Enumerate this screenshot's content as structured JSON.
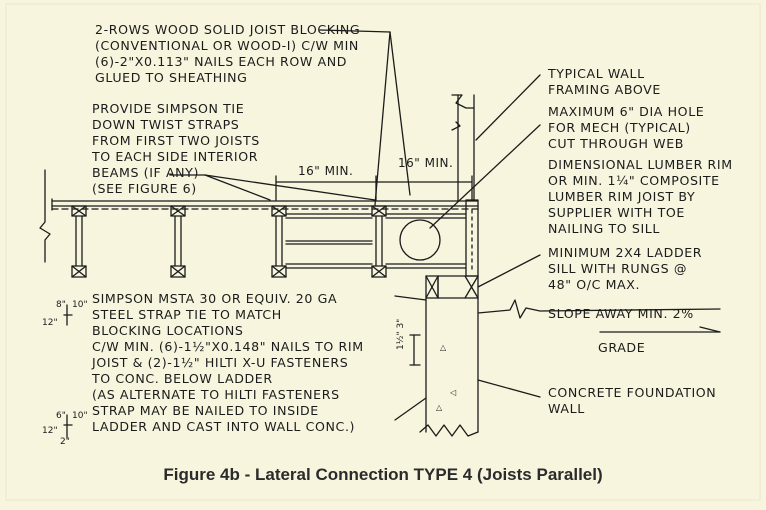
{
  "notes": {
    "blocking": [
      "2-ROWS WOOD SOLID JOIST BLOCKING",
      "(CONVENTIONAL OR WOOD-I) C/W MIN",
      "(6)-2\"x0.113\" NAILS EACH ROW AND",
      "GLUED TO SHEATHING"
    ],
    "tie": [
      "PROVIDE SIMPSON TIE",
      "DOWN TWIST STRAPS",
      "FROM FIRST TWO JOISTS",
      "TO EACH SIDE INTERIOR",
      "BEAMS (IF ANY)",
      "(SEE FIGURE 6)"
    ],
    "wall": [
      "TYPICAL WALL",
      "FRAMING ABOVE"
    ],
    "hole": [
      "MAXIMUM 6\" DIA HOLE",
      "FOR MECH (TYPICAL)",
      "CUT THROUGH WEB"
    ],
    "rim": [
      "DIMENSIONAL LUMBER RIM",
      "OR MIN. 1¼\" COMPOSITE",
      "LUMBER RIM JOIST BY",
      "SUPPLIER WITH TOE",
      "NAILING TO SILL"
    ],
    "ladder": [
      "MINIMUM 2x4 LADDER",
      "SILL WITH RUNGS @",
      "48\" O/C MAX."
    ],
    "strap": [
      "SIMPSON MSTA 30 OR EQUIV. 20 GA",
      "STEEL STRAP TIE TO MATCH",
      "BLOCKING LOCATIONS",
      "C/W MIN. (6)-1½\"x0.148\" NAILS TO RIM",
      "JOIST & (2)-1½\" HILTI X-U FASTENERS",
      "TO CONC. BELOW LADDER",
      "(AS ALTERNATE TO HILTI FASTENERS",
      "STRAP MAY BE NAILED TO INSIDE",
      "LADDER AND CAST INTO WALL CONC.)"
    ],
    "slope": "SLOPE AWAY MIN. 2%",
    "grade": "GRADE",
    "foundation": [
      "CONCRETE FOUNDATION",
      "WALL"
    ]
  },
  "dimensions": {
    "spacing_a": "16\" MIN.",
    "spacing_b": "16\" MIN.",
    "left_top": "8\"",
    "left_top_r": "10\"",
    "left_top_b": "12\"",
    "left_bottom": "6\"",
    "left_bottom_r": "10\"",
    "left_bottom_b": "12\"",
    "left_bottom_c": "2\"",
    "vertical": "1½\" 3\""
  },
  "caption": "Figure 4b - Lateral Connection TYPE 4 (Joists Parallel)"
}
